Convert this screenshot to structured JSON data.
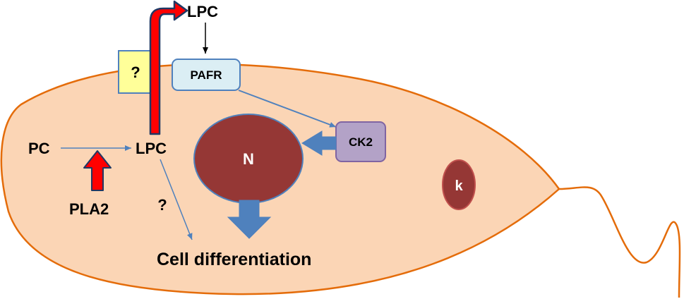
{
  "labels": {
    "lpc_outside": "LPC",
    "lpc_inside": "LPC",
    "pc": "PC",
    "pla2": "PLA2",
    "unknown_transporter": "?",
    "unknown_path": "?",
    "pafr": "PAFR",
    "ck2": "CK2",
    "nucleus": "N",
    "kinetoplast": "k",
    "cell_differentiation": "Cell differentiation"
  },
  "colors": {
    "cell_fill": "#fbd5b5",
    "cell_border": "#e46c0a",
    "nucleus_fill": "#953735",
    "nucleus_border": "#4f81bd",
    "kinetoplast_fill": "#953735",
    "kinetoplast_border": "#c0504d",
    "pafr_fill": "#dbeef4",
    "pafr_border": "#4f81bd",
    "ck2_fill": "#b3a2c7",
    "ck2_border": "#8064a2",
    "unknown_box_fill": "#ffff99",
    "unknown_box_border": "#4f81bd",
    "red_arrow_fill": "#ff0000",
    "red_arrow_border": "#1f3864",
    "blue_arrow_fill": "#4f81bd",
    "thin_arrow": "#4f81bd",
    "black_arrow": "#000000"
  }
}
